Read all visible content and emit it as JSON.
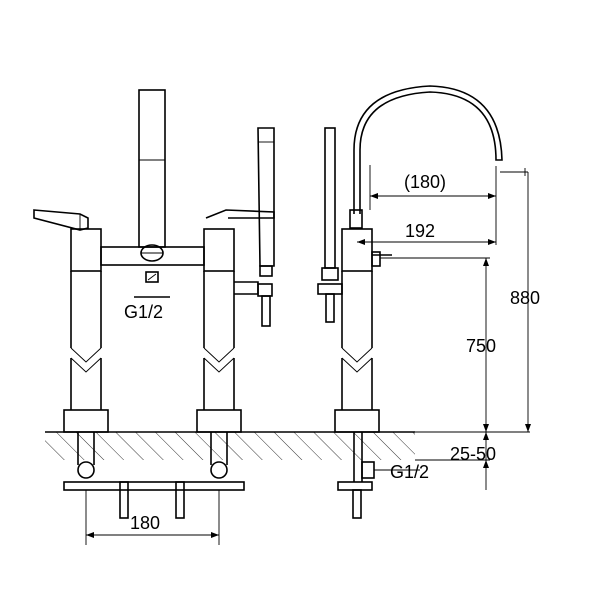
{
  "dimensions": {
    "spout_reach": "(180)",
    "spout_offset": "192",
    "total_height": "880",
    "body_height": "750",
    "deck_thickness": "25-50",
    "connection_front": "G1/2",
    "connection_side": "G1/2",
    "inlet_spacing": "180"
  }
}
